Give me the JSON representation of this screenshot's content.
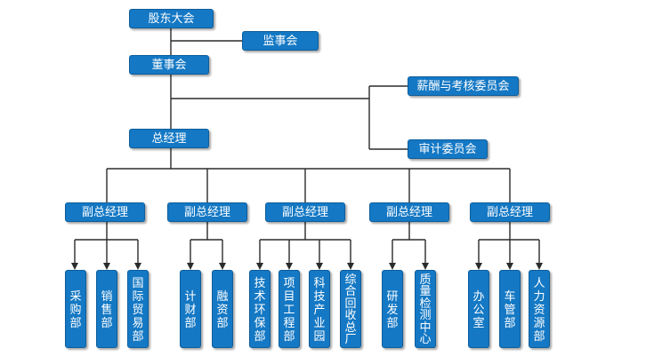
{
  "org": {
    "shareholders": "股东大会",
    "supervisory": "监事会",
    "board": "董事会",
    "compensation": "薪酬与考核委员会",
    "audit": "审计委员会",
    "general_manager": "总经理",
    "deputies": [
      {
        "label": "副总经理",
        "departments": [
          "采购部",
          "销售部",
          "国际贸易部"
        ]
      },
      {
        "label": "副总经理",
        "departments": [
          "计财部",
          "融资部"
        ]
      },
      {
        "label": "副总经理",
        "departments": [
          "技术环保部",
          "项目工程部",
          "科技产业园",
          "综合回收总厂"
        ]
      },
      {
        "label": "副总经理",
        "departments": [
          "研发部",
          "质量检测中心"
        ]
      },
      {
        "label": "副总经理",
        "departments": [
          "办公室",
          "车管部",
          "人力资源部"
        ]
      }
    ]
  },
  "colors": {
    "box": "#1478c4",
    "box_border": "#0e5e9c",
    "text": "#ffffff",
    "line": "#2b2b2b"
  }
}
